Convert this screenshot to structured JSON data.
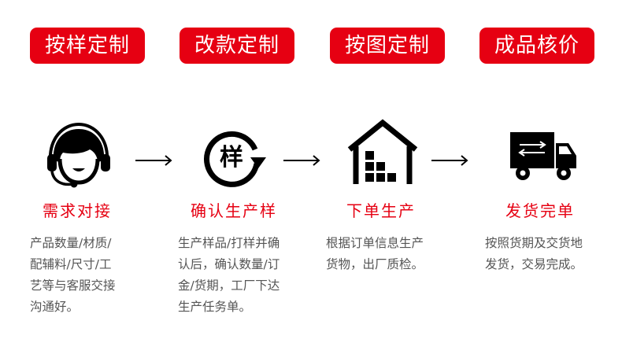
{
  "accent_color": "#e60012",
  "pills": [
    {
      "label": "按样定制"
    },
    {
      "label": "改款定制"
    },
    {
      "label": "按图定制"
    },
    {
      "label": "成品核价"
    }
  ],
  "steps": [
    {
      "icon": "headset-agent-icon",
      "title": "需求对接",
      "desc": [
        "产品数量/材质/",
        "配辅料/尺寸/工",
        "艺等与客服交接",
        "沟通好。"
      ]
    },
    {
      "icon": "sample-cycle-icon",
      "icon_text": "样",
      "title": "确认生产样",
      "desc": [
        "生产样品/打样并确",
        "认后，确认数量/订",
        "金/货期，工厂下达",
        "生产任务单。"
      ]
    },
    {
      "icon": "warehouse-icon",
      "title": "下单生产",
      "desc": [
        "根据订单信息生产",
        "货物，出厂质检。"
      ]
    },
    {
      "icon": "delivery-truck-icon",
      "title": "发货完单",
      "desc": [
        "按照货期及交货地",
        "发货，交易完成。"
      ]
    }
  ]
}
